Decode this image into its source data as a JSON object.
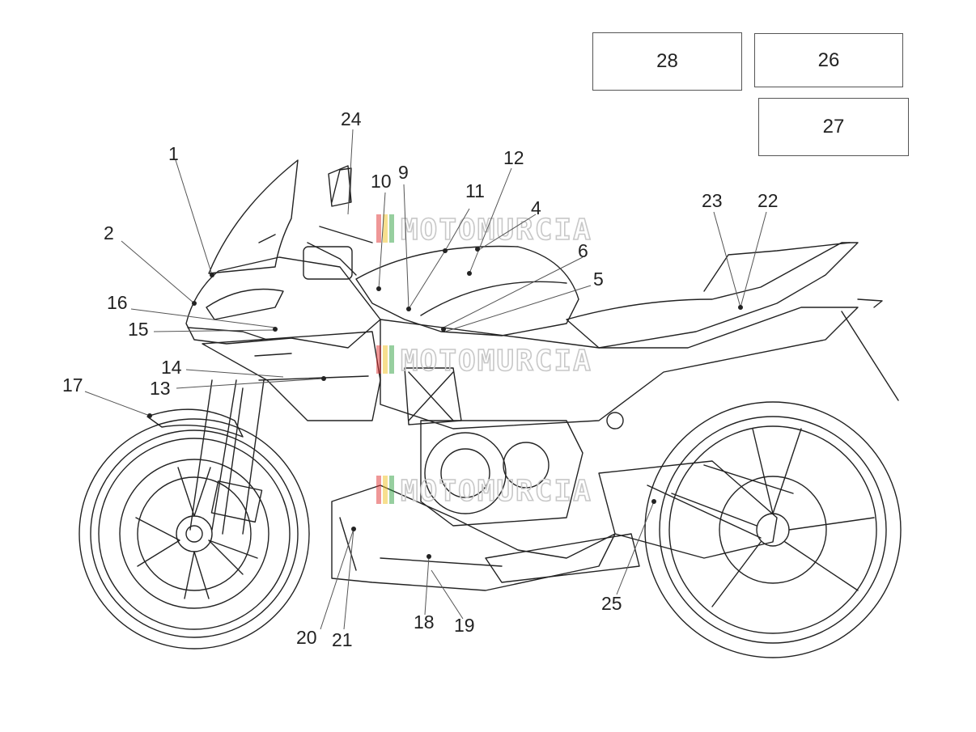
{
  "watermark": {
    "text": "MOTOMURCIA",
    "stripe_colors": [
      "#e03030",
      "#f0c020",
      "#30a040",
      "#3060d0"
    ]
  },
  "boxes": [
    {
      "id": "box-28",
      "label": "28"
    },
    {
      "id": "box-26",
      "label": "26"
    },
    {
      "id": "box-27",
      "label": "27"
    }
  ],
  "callouts": [
    "1",
    "2",
    "4",
    "5",
    "6",
    "9",
    "10",
    "11",
    "12",
    "13",
    "14",
    "15",
    "16",
    "17",
    "18",
    "19",
    "20",
    "21",
    "22",
    "23",
    "24",
    "25"
  ],
  "colors": {
    "line": "#222222",
    "leader": "#555555",
    "box_border": "#555555"
  }
}
